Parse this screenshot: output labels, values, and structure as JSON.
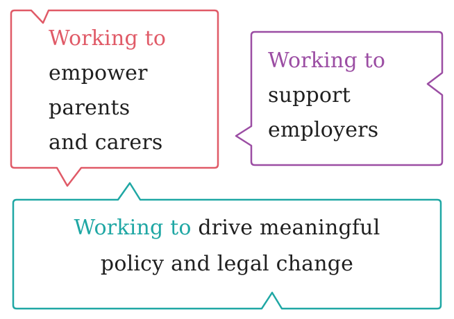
{
  "bubbles": {
    "left": {
      "accent": "#e05a67",
      "heading": "Working to",
      "line1": "empower",
      "line2": "parents",
      "line3": "and carers"
    },
    "right": {
      "accent": "#9b4da3",
      "heading": "Working to",
      "line1": "support",
      "line2": "employers"
    },
    "bottom": {
      "accent": "#1fa7a4",
      "heading": "Working to",
      "line1_rest": " drive meaningful",
      "line2": "policy and legal change"
    }
  }
}
